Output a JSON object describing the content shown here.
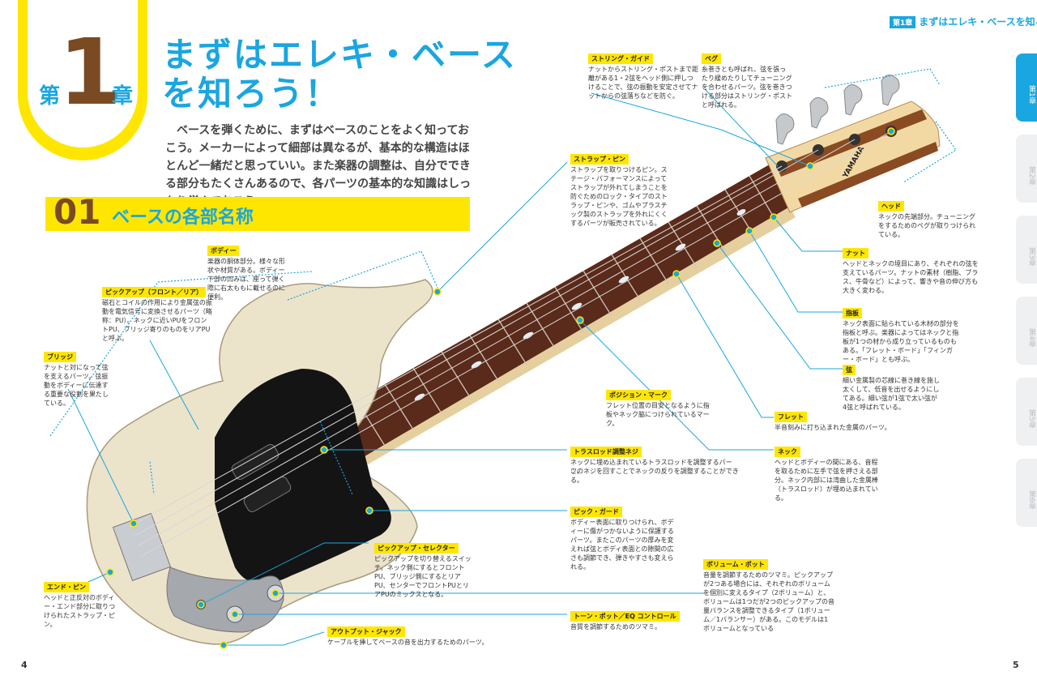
{
  "chapter": {
    "dai": "第",
    "num": "1",
    "sho": "章"
  },
  "title": {
    "line1": "まずはエレキ・ベース",
    "line2": "を知ろう！"
  },
  "intro": "ベースを弾くために、まずはベースのことをよく知っておこう。メーカーによって細部は異なるが、基本的な構造はほとんど一緒だと思っていい。また楽器の調整は、自分でできる部分もたくさんあるので、各パーツの基本的な知識はしっかり学んでおこう。",
  "section": {
    "num": "01",
    "title": "ベースの各部名称"
  },
  "header": {
    "tag": "第1章",
    "text": "まずはエレキ・ベースを知ろう！"
  },
  "side_tabs": [
    "第1章",
    "第2章",
    "第3章",
    "第4章",
    "第5章",
    "第6章"
  ],
  "brand": "YAMAHA",
  "pages": {
    "left": "4",
    "right": "5"
  },
  "parts": {
    "string_guide": {
      "label": "ストリング・ガイド",
      "desc": [
        "ナットからストリング・ポストまで距離がある1・2弦をヘッド側に押しつけることで、弦の振動を安定させてナットからの弦落ちなどを防ぐ。"
      ]
    },
    "peg": {
      "label": "ペグ",
      "desc": [
        "糸巻きとも呼ばれ、弦を張ったり緩めたりしてチューニングを合わせるパーツ。弦を巻きつける部分はストリング・ポストと呼ばれる。"
      ]
    },
    "strap_pin": {
      "label": "ストラップ・ピン",
      "desc": [
        "ストラップを取りつけるピン。ステージ・パフォーマンスによってストラップが外れてしまうことを防ぐためのロック・タイプのストラップ・ピンや、ゴムやプラスチック製のストラップを外れにくくするパーツが販売されている。"
      ]
    },
    "head": {
      "label": "ヘッド",
      "desc": [
        "ネックの先端部分。チューニングをするためのペグが取りつけられている。"
      ]
    },
    "nut": {
      "label": "ナット",
      "desc": [
        "ヘッドとネックの境目にあり、それぞれの弦を支えているパーツ。ナットの素材（樹脂、ブラス、牛骨など）によって、響きや音の伸び方も大きく変わる。"
      ]
    },
    "body": {
      "label": "ボディー",
      "desc": [
        "楽器の胴体部分。様々な形状や材質がある。ボディー下部の凹みは、座って弾く際に右太ももに載せるのに便利。"
      ]
    },
    "pickup": {
      "label": "ピックアップ（フロント／リア）",
      "desc": [
        "磁石とコイルの作用により金属弦の振動を電気信号に変換させるパーツ（略称：PU）。ネックに近いPUをフロントPU、ブリッジ寄りのものをリアPUと呼ぶ。"
      ]
    },
    "fingerboard": {
      "label": "指板",
      "desc": [
        "ネック表面に貼られている木材の部分を指板と呼ぶ。楽器によってはネックと指板が1つの材から成り立っているものもある。「フレット・ボード」「フィンガー・ボード」とも呼ぶ。"
      ]
    },
    "bridge": {
      "label": "ブリッジ",
      "desc": [
        "ナットと対になって弦を支えるパーツ。弦振動をボディーに伝達する重要な役割を果たしている。"
      ]
    },
    "strings": {
      "label": "弦",
      "desc": [
        "細い金属製の芯線に巻き線を施し太くして、低音を出せるようにしてある。細い弦が1弦で太い弦が4弦と呼ばれている。"
      ]
    },
    "position_mark": {
      "label": "ポジション・マーク",
      "desc": [
        "フレット位置の目安となるように指板やネック脇につけられているマーク。"
      ]
    },
    "fret": {
      "label": "フレット",
      "desc": [
        "半音刻みに打ち込まれた金属のパーツ。"
      ]
    },
    "truss_rod": {
      "label": "トラスロッド調整ネジ",
      "desc": [
        "ネックに埋め込まれているトラスロッドを調整するパーツ。",
        "このネジを回すことでネックの反りを調整することができる。"
      ]
    },
    "neck": {
      "label": "ネック",
      "desc": [
        "ヘッドとボディーの間にある、音程を取るために左手で弦を押さえる部分。ネック内部には湾曲した金属棒（トラスロッド）が埋め込まれている。"
      ]
    },
    "pickguard": {
      "label": "ピック・ガード",
      "desc": [
        "ボディー表面に取りつけられ、ボディーに傷がつかないように保護するパーツ。またこのパーツの厚みを変えれば弦とボディ表面との隙間の広さも調節でき、弾きやすさも変えられる。"
      ]
    },
    "pickup_selector": {
      "label": "ピックアップ・セレクター",
      "desc": [
        "ピックアップを切り替えるスイッチ。ネック側にするとフロントPU、ブリッジ側にするとリアPU、センターでフロントPUとリアPUのミックスとなる。"
      ]
    },
    "volume_pot": {
      "label": "ボリューム・ポット",
      "desc": [
        "音量を調節するためのツマミ。ピックアップが2つある場合には、それぞれのボリュームを個別に変えるタイプ（2ボリューム）と、ボリュームは1つだが2つのピックアップの音量バランスを調整できるタイプ（1ボリューム／1バランサー）がある。このモデルは1ボリュームとなっている"
      ]
    },
    "end_pin": {
      "label": "エンド・ピン",
      "desc": [
        "ヘッドと正反対のボディー・エンド部分に取りつけられたストラップ・ピン。"
      ]
    },
    "tone_pot": {
      "label": "トーン・ポット／EQ コントロール",
      "desc": [
        "音質を調節するためのツマミ。"
      ]
    },
    "output_jack": {
      "label": "アウトプット・ジャック",
      "desc": [
        "ケーブルを挿してベースの音を出力するためのパーツ。"
      ]
    }
  },
  "colors": {
    "accent": "#1aa6e0",
    "yellow": "#ffe600",
    "brown": "#7a4a22",
    "body": "#eee6cf"
  }
}
